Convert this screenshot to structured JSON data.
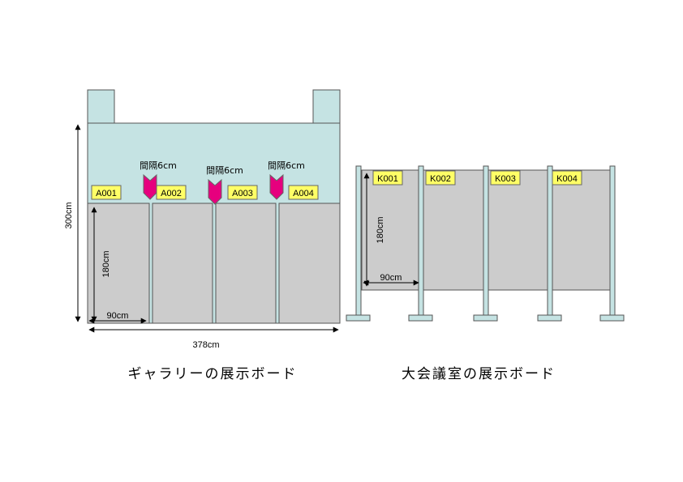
{
  "colors": {
    "wall": "#c5e3e3",
    "panel": "#cccccc",
    "label_bg": "#ffff66",
    "marker": "#e6007e",
    "outline": "#444444"
  },
  "gallery": {
    "caption": "ギャラリーの展示ボード",
    "labels": [
      "A001",
      "A002",
      "A003",
      "A004"
    ],
    "gap_label": "間隔6cm",
    "height_label": "300cm",
    "panel_height_label": "180cm",
    "panel_width_label": "90cm",
    "total_width_label": "378cm"
  },
  "hall": {
    "caption": "大会議室の展示ボード",
    "labels": [
      "K001",
      "K002",
      "K003",
      "K004"
    ],
    "panel_height_label": "180cm",
    "panel_width_label": "90cm"
  }
}
